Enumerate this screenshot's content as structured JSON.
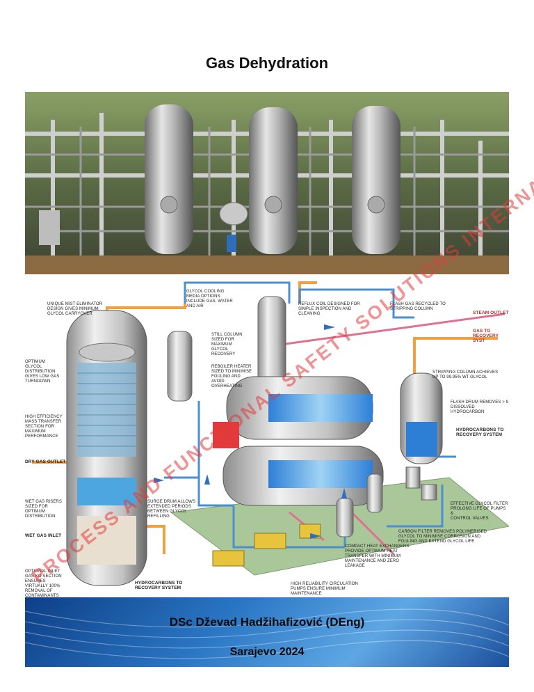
{
  "document": {
    "title": "Gas Dehydration",
    "author": "DSc Dževad Hadžihafizović (DEng)",
    "place_year": "Sarajevo 2024",
    "watermark": "PROCESS AND FUNCTIONAL SAFETY SOLUTIONS INTERNATIONAL"
  },
  "diagram": {
    "labels": {
      "glycol_cooling": "GLYCOL COOLING\nMEDIA OPTIONS\nINCLUDE GAS, WATER\nAND AIR",
      "mist_eliminator": "UNIQUE MIST ELIMINATOR\nDESIGN GIVES MINIMUM\nGLYCOL CARRYOVER",
      "reflux_coil": "REFLUX COIL DESIGNED FOR\nSIMPLE INSPECTION AND\nCLEANING",
      "flash_gas": "FLASH GAS RECYCLED TO\nSTRIPPING COLUMN",
      "steam_outlet": "STEAM OUTLET",
      "gas_to_recovery": "GAS TO\nRECOVERY SYST",
      "still_column": "STILL COLUMN\nSIZED FOR\nMAXIMUM\nGLYCOL\nRECOVERY",
      "optimum_glycol": "OPTIMUM\nGLYCOL\nDISTRIBUTION\nGIVES LOW GAS\nTURNDOWN",
      "reboiler_heater": "REBOILER HEATER\nSIZED TO MINIMISE\nFOULING AND\nAVOID\nOVERHEATING",
      "stripping_column": "STRIPPING COLUMN ACHIEVES\nUP TO 99.95% WT GLYCOL",
      "high_efficiency": "HIGH EFFICIENCY\nMASS TRANSFER\nSECTION FOR\nMAXIMUM\nPERFORMANCE",
      "flash_drum": "FLASH DRUM REMOVES > 9\nDISSOLVED HYDROCARBON",
      "hydrocarbons_recovery_right": "HYDROCARBONS TO\nRECOVERY SYSTEM",
      "dry_gas_outlet": "DRY GAS OUTLET",
      "wet_gas_risers": "WET GAS RISERS\nSIZED FOR\nOPTIMUM\nDISTRIBUTION",
      "surge_drum": "SURGE DRUM ALLOWS\nEXTENDED PERIODS\nBETWEEN GLYCOL\nREFILLING",
      "glycol_filter": "EFFECTIVE GLYCOL FILTER\nPROLONG LIFE OF PUMPS &\nCONTROL VALVES",
      "wet_gas_inlet": "WET GAS INLET",
      "carbon_filter": "CARBON FILTER REMOVES POLYMERISED\nGLYCOL TO MINIMISE CORROSION AND\nFOULING AND EXTEND GLYCOL LIFE",
      "compact_heat_exchangers": "COMPACT HEAT EXCHANGERS\nPROVIDE OPTIMUM HEAT\nTRANSFER WITH MINIMUM\nMAINTENANCE AND ZERO\nLEAKAGE",
      "optional_inlet": "OPTIONAL INLET\nGAS KO SECTION\nENSURES\nVIRTUALLY 100%\nREMOVAL OF\nCONTAMINANTS",
      "hydrocarbons_recovery_bottom": "HYDROCARBONS TO\nRECOVERY SYSTEM",
      "circulation_pumps": "HIGH RELIABILITY CIRCULATION\nPUMPS ENSURE MINIMUM\nMAINTENANCE"
    }
  }
}
